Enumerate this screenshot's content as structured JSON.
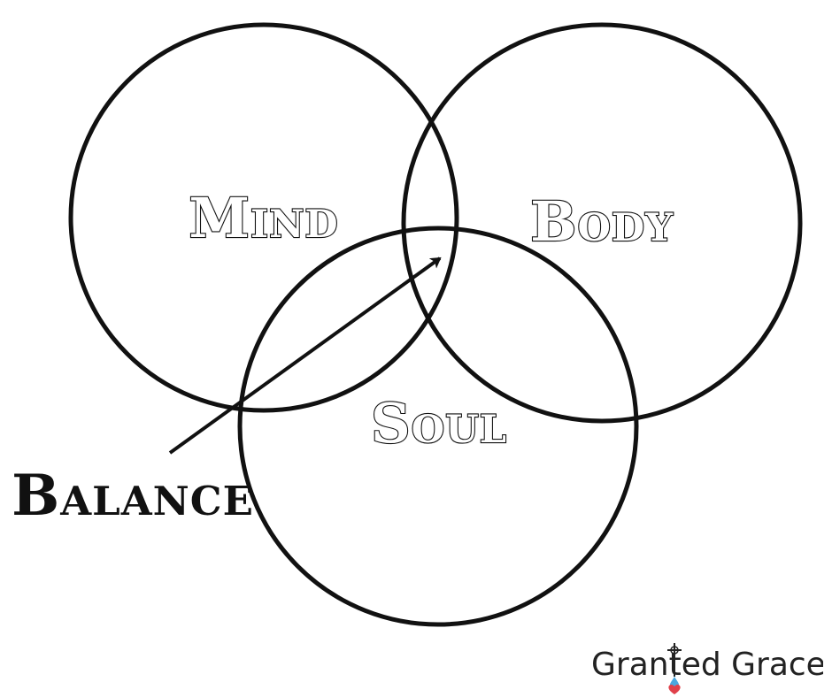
{
  "diagram": {
    "labels": {
      "mind": "Mind",
      "body": "Body",
      "soul": "Soul",
      "balance": "Balance"
    }
  },
  "brand": {
    "logo_text": "Granted Grace",
    "colors": {
      "stroke": "#111111",
      "heart": "#e0404a",
      "drop": "#4aa8e0"
    }
  }
}
